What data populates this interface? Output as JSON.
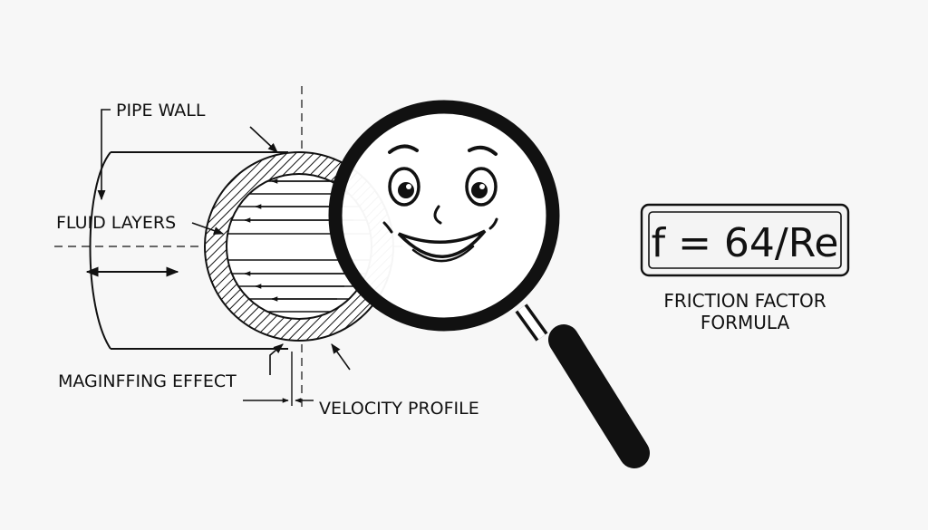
{
  "labels": {
    "pipe_wall": "PIPE WALL",
    "fluid_layers": "FLUID LAYERS",
    "magnifying_effect": "MAGINFFING EFFECT",
    "velocity_profile": "VELOCITY PROFILE"
  },
  "formula": {
    "display_text": "f = 64/Re",
    "caption_line1": "FRICTION FACTOR",
    "caption_line2": "FORMULA"
  },
  "colors": {
    "ink": "#111111",
    "background": "#f7f7f7",
    "display_background": "#f4f4f4"
  },
  "icons": [
    "magnifying-glass-icon",
    "smiley-face-icon"
  ]
}
